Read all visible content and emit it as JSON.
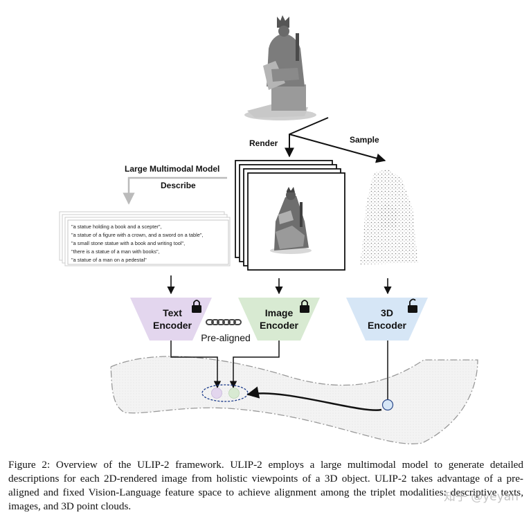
{
  "figure": {
    "render_label": "Render",
    "sample_label": "Sample",
    "lmm_label": "Large Multimodal Model",
    "describe_label": "Describe",
    "descriptions": [
      "\"a statue holding a book and a scepter\",",
      "\"a statue of a figure with a crown, and a sword on a table\",",
      "\"a small stone statue with a book and writing tool\",",
      "\"there is a statue of a man with books\",",
      "\"a statue of a man on a pedestal\""
    ],
    "encoders": [
      {
        "line1": "Text",
        "line2": "Encoder",
        "color": "#e3d6ee",
        "lock": "locked"
      },
      {
        "line1": "Image",
        "line2": "Encoder",
        "color": "#d8ead2",
        "lock": "locked"
      },
      {
        "line1": "3D",
        "line2": "Encoder",
        "color": "#d6e6f6",
        "lock": "unlocked"
      }
    ],
    "pre_aligned_label": "Pre-aligned"
  },
  "caption": "Figure 2: Overview of the ULIP-2 framework. ULIP-2 employs a large multimodal model to generate detailed descriptions for each 2D-rendered image from holistic viewpoints of a 3D object. ULIP-2 takes advantage of a pre-aligned and fixed Vision-Language feature space to achieve alignment among the triplet modalities: descriptive texts, images, and 3D point clouds.",
  "watermark": "知乎 @yeyan"
}
